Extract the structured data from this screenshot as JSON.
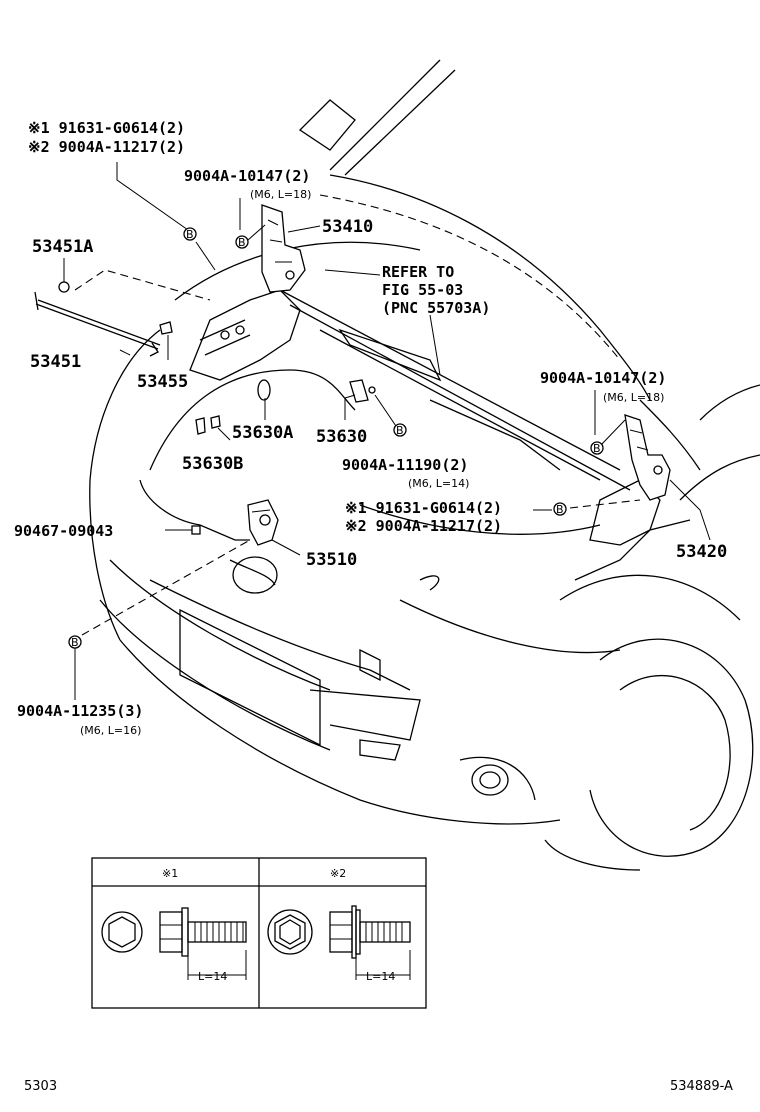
{
  "labels": {
    "note1_line1": "※1  91631-G0614(2)",
    "note1_line2": "※2  9004A-11217(2)",
    "p9004a_10147_a": "9004A-10147(2)",
    "p9004a_10147_a_spec": "(M6, L=18)",
    "p53410": "53410",
    "refer_line1": "REFER TO",
    "refer_line2": "FIG 55-03",
    "refer_line3": "(PNC 55703A)",
    "p53451a": "53451A",
    "p53451": "53451",
    "p53455": "53455",
    "p9004a_10147_b": "9004A-10147(2)",
    "p9004a_10147_b_spec": "(M6, L=18)",
    "p53630a": "53630A",
    "p53630": "53630",
    "p53630b": "53630B",
    "p9004a_11190": "9004A-11190(2)",
    "p9004a_11190_spec": "(M6, L=14)",
    "note2_line1": "※1  91631-G0614(2)",
    "note2_line2": "※2  9004A-11217(2)",
    "p90467": "90467-09043",
    "p53510": "53510",
    "p53420": "53420",
    "p9004a_11235": "9004A-11235(3)",
    "p9004a_11235_spec": "(M6, L=16)"
  },
  "legend": {
    "col1_header": "※1",
    "col2_header": "※2",
    "col1_length": "L=14",
    "col2_length": "L=14"
  },
  "footer": {
    "left": "5303",
    "right": "534889-A"
  },
  "callout_marker": "B"
}
